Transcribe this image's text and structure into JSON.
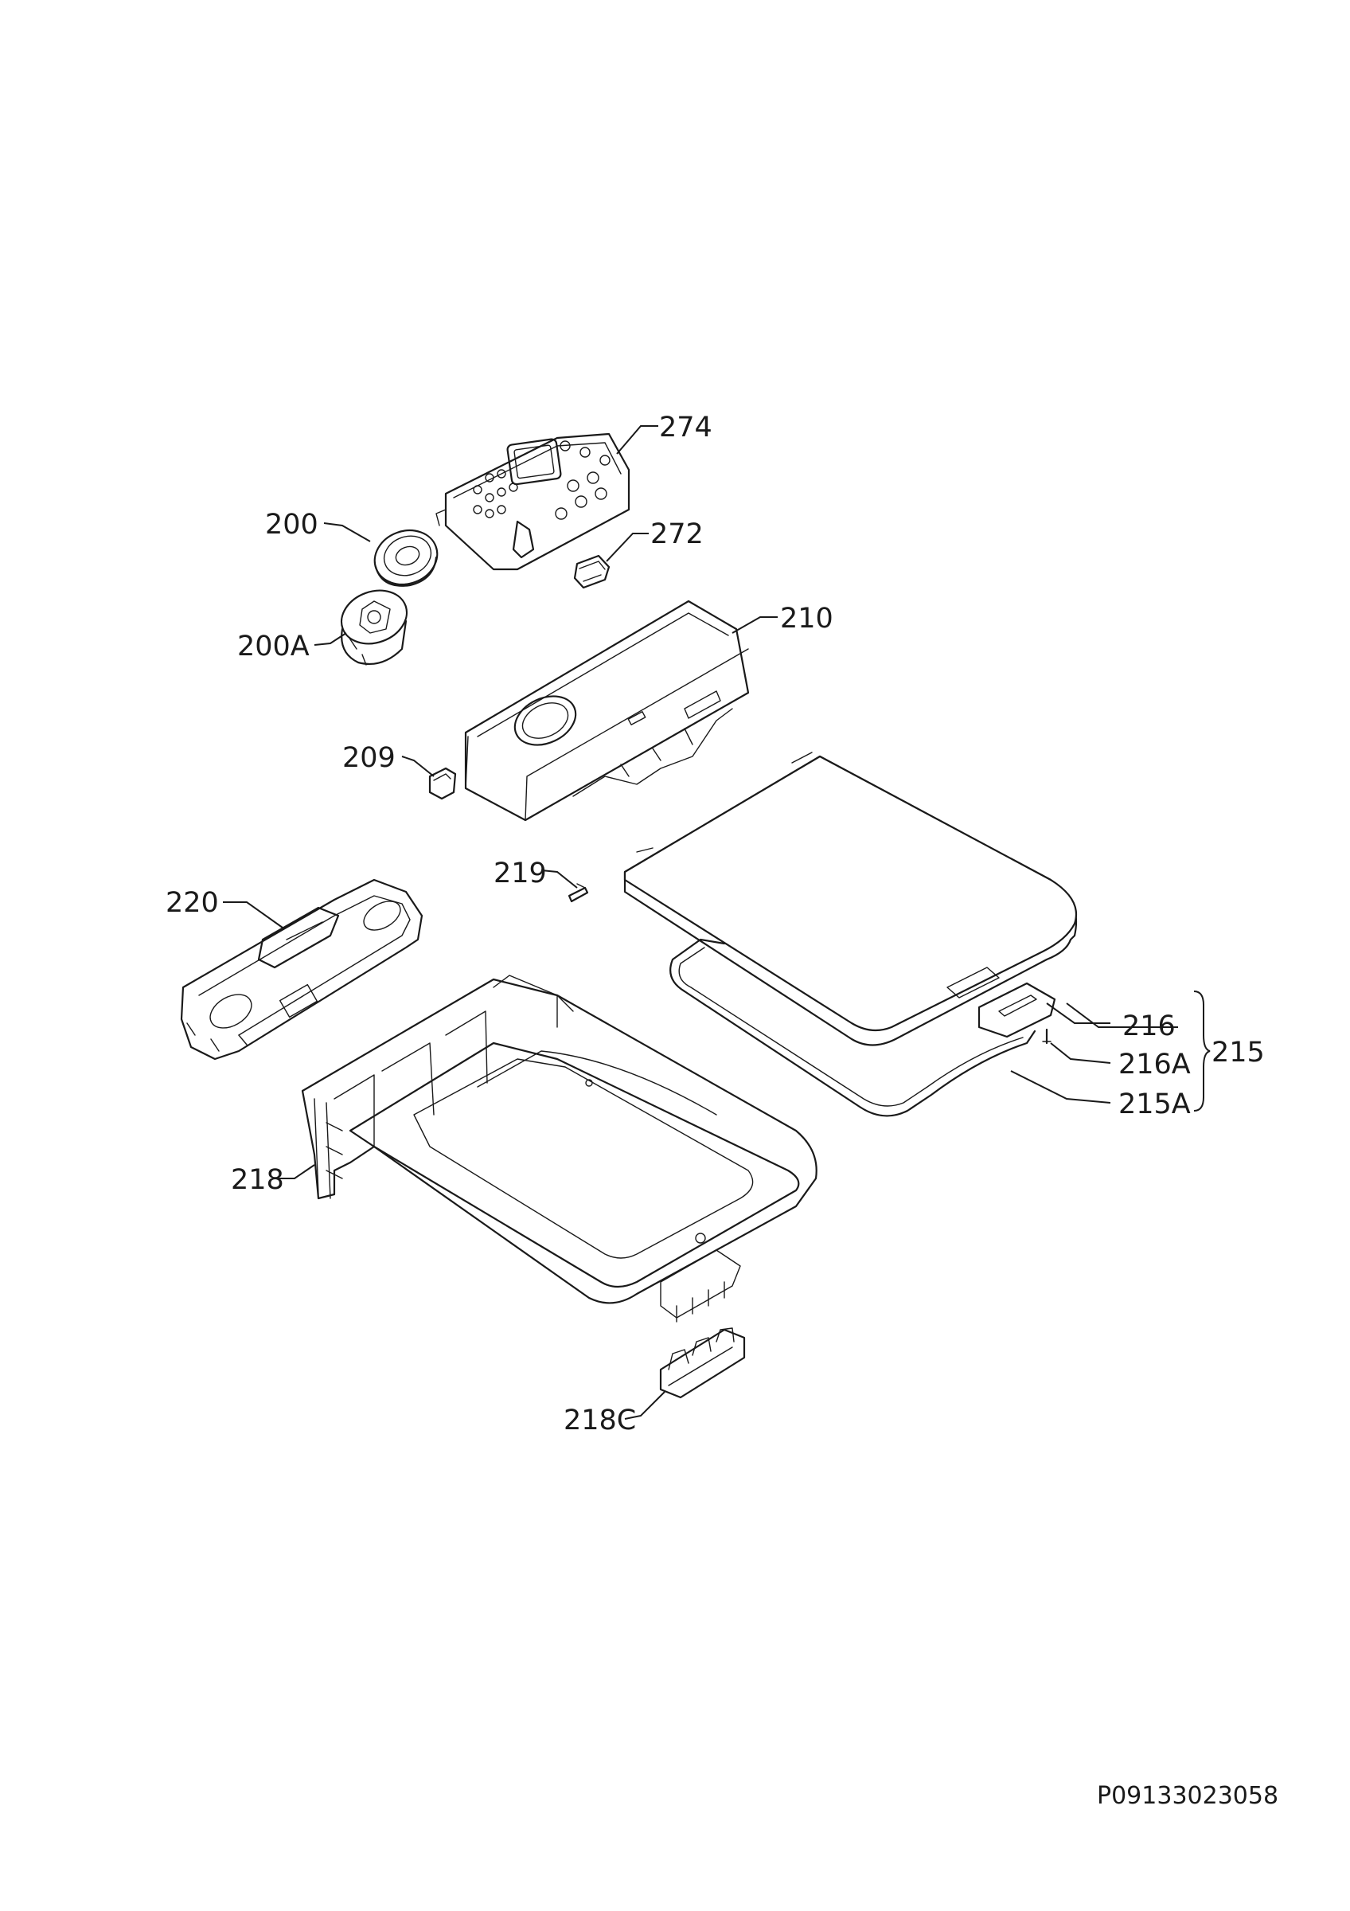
{
  "labels": {
    "p274": "274",
    "p200": "200",
    "p272": "272",
    "p200a": "200A",
    "p210": "210",
    "p209": "209",
    "p219": "219",
    "p220": "220",
    "p216": "216",
    "p216a": "216A",
    "p215": "215",
    "p215a": "215A",
    "p218": "218",
    "p218c": "218C"
  },
  "document_id": "P09133023058"
}
